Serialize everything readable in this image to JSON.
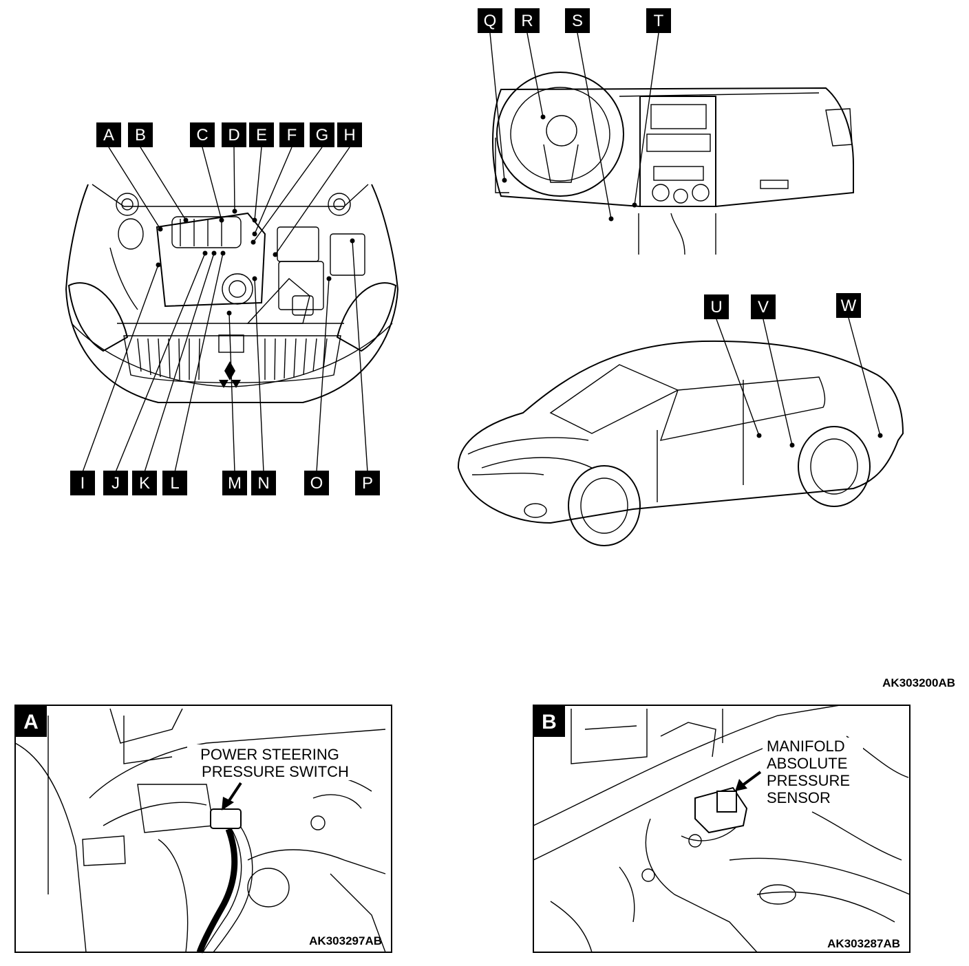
{
  "figure_code": "AK303200AB",
  "engine_labels": [
    "A",
    "B",
    "C",
    "D",
    "E",
    "F",
    "G",
    "H",
    "I",
    "J",
    "K",
    "L",
    "M",
    "N",
    "O",
    "P"
  ],
  "interior_labels": [
    "Q",
    "R",
    "S",
    "T"
  ],
  "exterior_labels": [
    "U",
    "V",
    "W"
  ],
  "panel_a": {
    "tag": "A",
    "callout_line1": "POWER STEERING",
    "callout_line2": "PRESSURE SWITCH",
    "code": "AK303297AB"
  },
  "panel_b": {
    "tag": "B",
    "callout_line1": "MANIFOLD",
    "callout_line2": "ABSOLUTE",
    "callout_line3": "PRESSURE",
    "callout_line4": "SENSOR",
    "code": "AK303287AB"
  },
  "colors": {
    "ink": "#000000",
    "paper": "#ffffff"
  }
}
